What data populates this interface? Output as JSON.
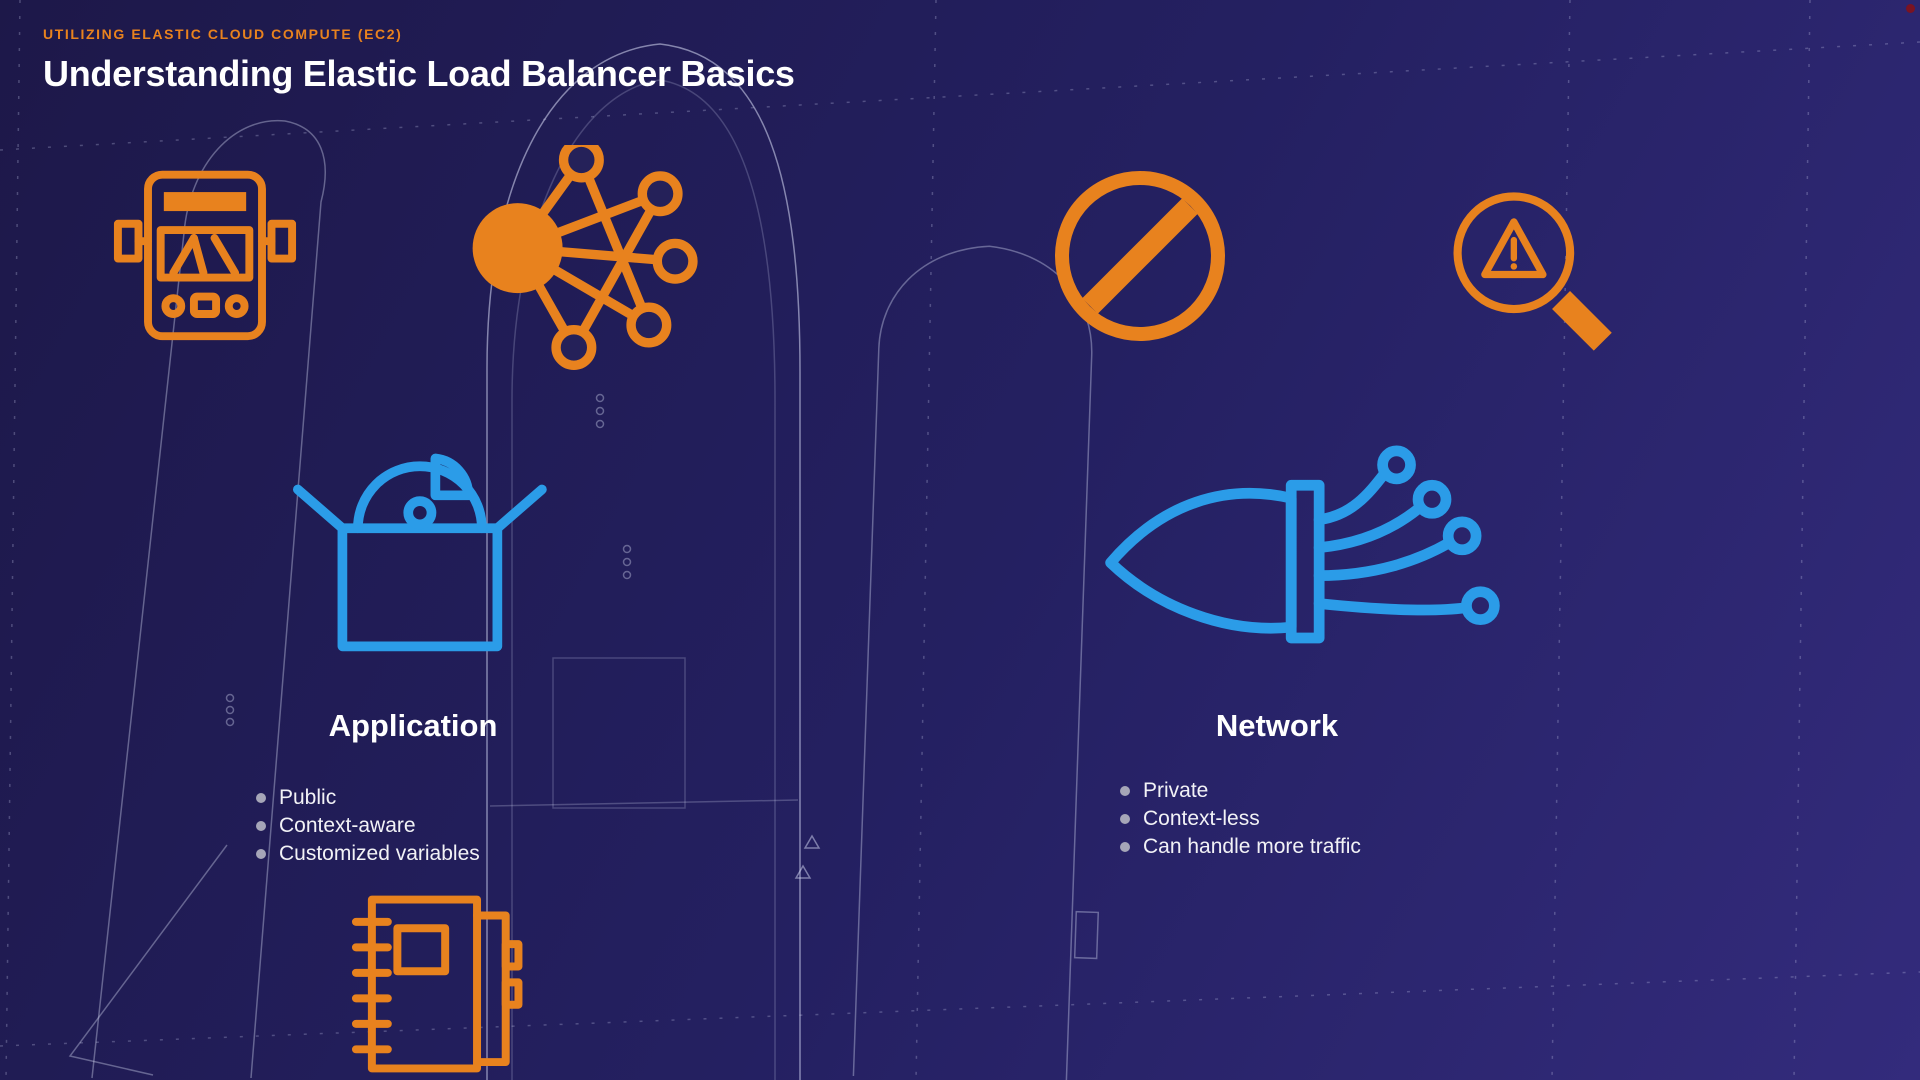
{
  "header": {
    "eyebrow": "UTILIZING ELASTIC CLOUD COMPUTE (EC2)",
    "title": "Understanding Elastic Load Balancer Basics"
  },
  "columns": [
    {
      "heading": "Application",
      "bullets": [
        "Public",
        "Context-aware",
        "Customized variables"
      ],
      "icons": [
        "bus-icon",
        "network-nodes-icon",
        "satellite-dish-box-icon",
        "notebook-icon"
      ]
    },
    {
      "heading": "Network",
      "bullets": [
        "Private",
        "Context-less",
        "Can handle more traffic"
      ],
      "icons": [
        "no-entry-icon",
        "search-warning-icon",
        "fiber-cable-icon"
      ]
    }
  ],
  "colors": {
    "accent_orange": "#E8821E",
    "accent_blue": "#2B9CE8",
    "background_top": "#1D1849",
    "background_bottom": "#332B7C",
    "text": "#FFFFFF",
    "bullet_dot": "#A6A6B8",
    "corner_dot": "#7A1322"
  }
}
